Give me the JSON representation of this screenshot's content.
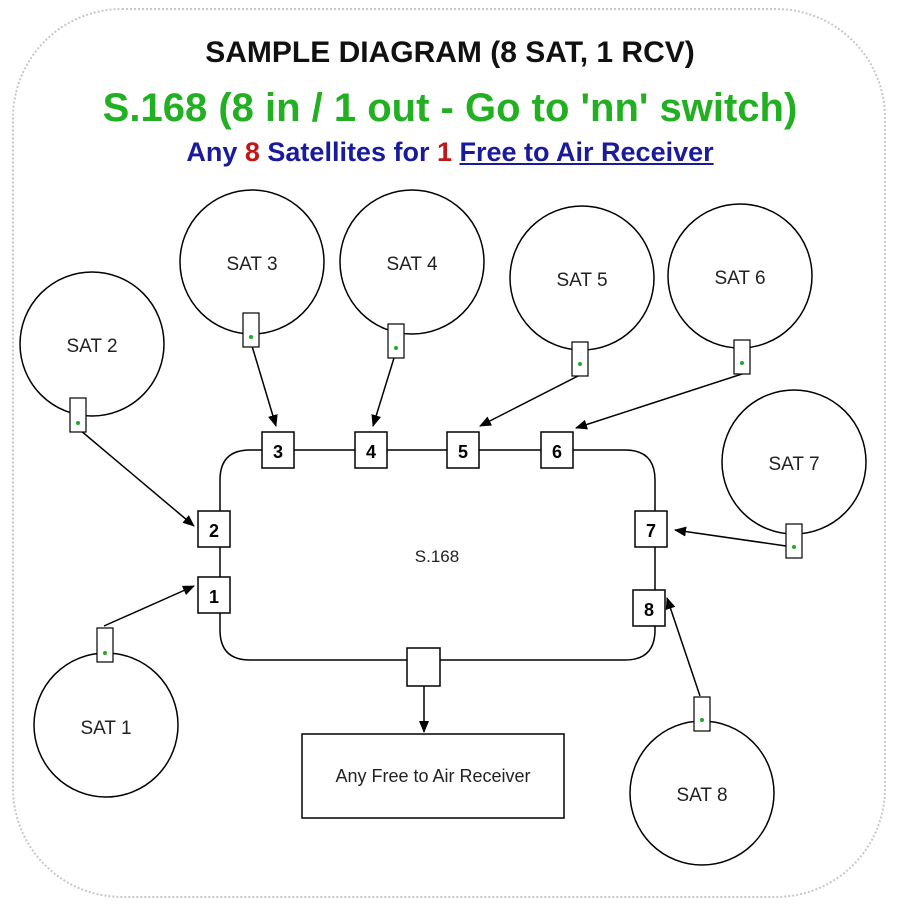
{
  "title": {
    "line1": "SAMPLE DIAGRAM (8 SAT, 1 RCV)",
    "line2": "S.168 (8 in / 1 out - Go to 'nn' switch)",
    "line3_prefix": "Any ",
    "line3_num1": "8",
    "line3_mid": " Satellites for ",
    "line3_num2": "1",
    "line3_space": " ",
    "line3_link": "Free to Air Receiver"
  },
  "switch": {
    "label": "S.168"
  },
  "ports": [
    "1",
    "2",
    "3",
    "4",
    "5",
    "6",
    "7",
    "8"
  ],
  "satellites": [
    "SAT 1",
    "SAT 2",
    "SAT 3",
    "SAT 4",
    "SAT 5",
    "SAT 6",
    "SAT 7",
    "SAT 8"
  ],
  "receiver": {
    "label": "Any Free to Air Receiver"
  },
  "colors": {
    "title": "#111111",
    "subtitle": "#22b022",
    "caption": "#1a1a9c",
    "caption_number": "#c01818",
    "lnb_dot": "#22aa22"
  }
}
